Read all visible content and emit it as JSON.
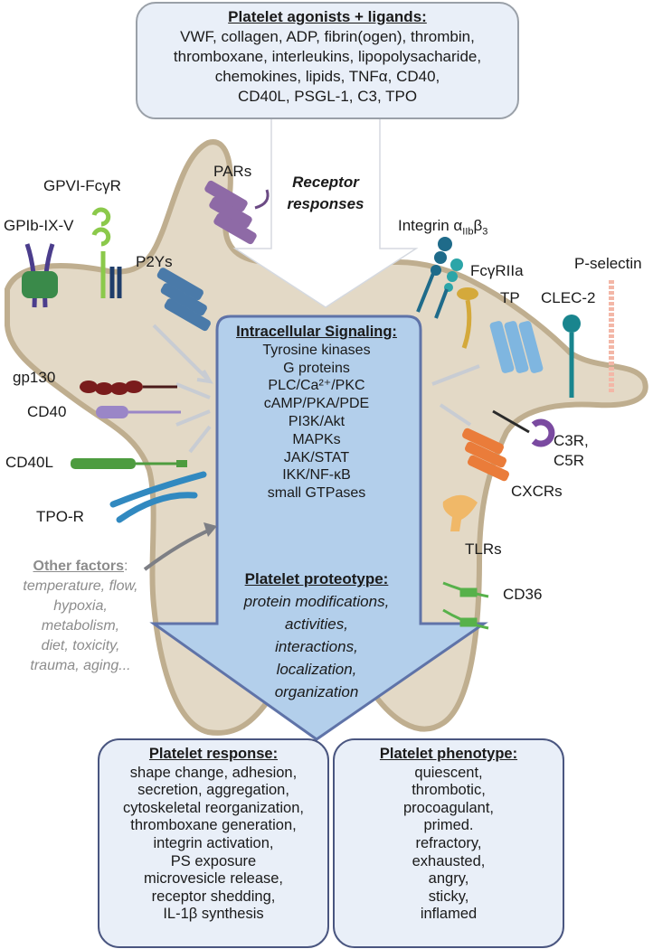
{
  "agonists": {
    "title": "Platelet agonists + ligands:",
    "lines": [
      "VWF, collagen, ADP, fibrin(ogen), thrombin,",
      "thromboxane, interleukins, lipopolysacharide,",
      "chemokines, lipids, TNFα, CD40,",
      "CD40L, PSGL-1, C3, TPO"
    ]
  },
  "receptor_responses": [
    "Receptor",
    "responses"
  ],
  "receptors": {
    "gpvi": "GPVI-FcγR",
    "gpib": "GPIb-IX-V",
    "pars": "PARs",
    "p2ys": "P2Ys",
    "integrin_base": "Integrin α",
    "integrin_sub1": "IIb",
    "integrin_mid": "β",
    "integrin_sub2": "3",
    "fcgr": "FcγRIIa",
    "tp": "TP",
    "clec2": "CLEC-2",
    "pselectin": "P-selectin",
    "gp130": "gp130",
    "cd40": "CD40",
    "cd40l": "CD40L",
    "tpor": "TPO-R",
    "c3r": "C3R,",
    "c5r": "C5R",
    "cxcrs": "CXCRs",
    "tlrs": "TLRs",
    "cd36": "CD36"
  },
  "signaling": {
    "title": "Intracellular Signaling:",
    "items": [
      "Tyrosine kinases",
      "G proteins",
      "PLC/Ca²⁺/PKC",
      "cAMP/PKA/PDE",
      "PI3K/Akt",
      "MAPKs",
      "JAK/STAT",
      "IKK/NF-κB",
      "small GTPases"
    ]
  },
  "proteotype": {
    "title": "Platelet proteotype:",
    "items": [
      "protein modifications,",
      "activities,",
      "interactions,",
      "localization,",
      "organization"
    ]
  },
  "other_factors": {
    "title": "Other factors",
    "suffix": ":",
    "lines": [
      "temperature, flow,",
      "hypoxia,",
      "metabolism,",
      "diet, toxicity,",
      "trauma, aging..."
    ]
  },
  "response": {
    "title": "Platelet response:",
    "items": [
      "shape change, adhesion,",
      "secretion, aggregation,",
      "cytoskeletal reorganization,",
      "thromboxane generation,",
      "integrin activation,",
      "PS exposure",
      "microvesicle release,",
      "receptor shedding,",
      "IL-1β synthesis"
    ]
  },
  "phenotype": {
    "title": "Platelet phenotype:",
    "items": [
      "quiescent,",
      "thrombotic,",
      "procoagulant,",
      "primed.",
      "refractory,",
      "exhausted,",
      "angry,",
      "sticky,",
      "inflamed"
    ]
  },
  "colors": {
    "platelet_fill": "#e3d9c6",
    "platelet_stroke": "#bfae8f",
    "arrow_fill": "#b3cfeb",
    "arrow_stroke": "#5f73a8",
    "box_fill": "#e9eff8",
    "big_arrow_fill": "#ffffff",
    "par": "#8e6aa6",
    "p2y": "#4a7aa9",
    "tp": "#7fb6e0",
    "cxcr": "#ea7c3a",
    "integrin": "#1f6b8a",
    "fcg": "#d4a93b",
    "clec": "#19858e",
    "gp130": "#7a1c1c",
    "cd40": "#9a86c7",
    "cd40l": "#4d9c3f",
    "tpor": "#3189c0",
    "c3r": "#7a4aa0",
    "tlr": "#f0b868",
    "cd36": "#57b14a",
    "gpib": "#4b3d8c",
    "gpvi": "#8bc94b",
    "pselectin": "#f3b7a7"
  }
}
